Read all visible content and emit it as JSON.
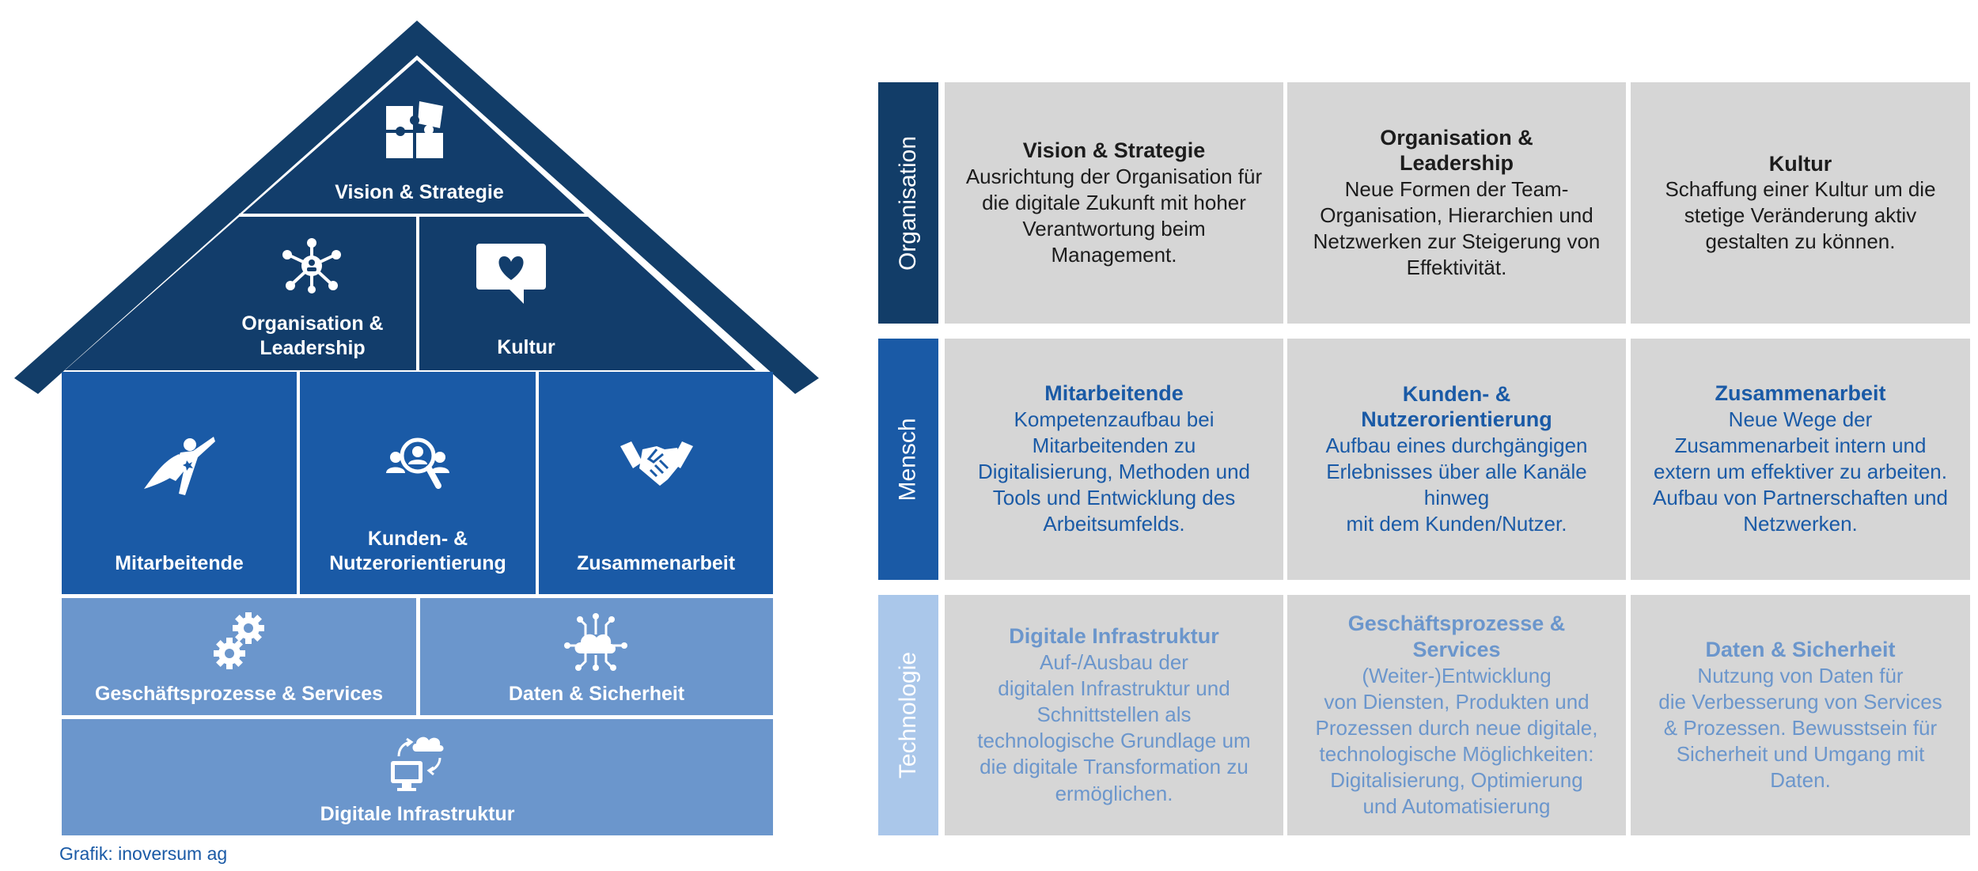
{
  "house": {
    "roof": {
      "vision_label": "Vision & Strategie",
      "organisation_label": "Organisation &\nLeadership",
      "kultur_label": "Kultur"
    },
    "middle": {
      "mitarbeitende_label": "Mitarbeitende",
      "kunden_label": "Kunden- &\nNutzerorientierung",
      "zusammenarbeit_label": "Zusammenarbeit"
    },
    "lower": {
      "geschaeft_label": "Geschäftsprozesse & Services",
      "daten_label": "Daten & Sicherheit"
    },
    "base": {
      "infrastruktur_label": "Digitale Infrastruktur"
    },
    "icons": [
      "puzzle-icon",
      "network-icon",
      "heart-speech-icon",
      "superhero-icon",
      "user-focus-icon",
      "handshake-icon",
      "gears-icon",
      "cloud-network-icon",
      "computer-cloud-sync-icon"
    ]
  },
  "credit": "Grafik: inoversum ag",
  "colors": {
    "roof_dark": "#123d68",
    "roof_fill": "#123d6b",
    "mid_blue": "#1a5aa6",
    "light_blue": "#6b96cc",
    "tech_label_bg": "#aac7ea",
    "cell_bg": "#d6d6d6",
    "org_text": "#1c1c1c",
    "mensch_text": "#1a5aa6",
    "tech_text": "#6b96cc"
  },
  "matrix": {
    "rows": [
      {
        "label": "Organisation",
        "cells": [
          {
            "title": "Vision & Strategie",
            "desc": "Ausrichtung der Organisation für\ndie digitale Zukunft mit hoher\nVerantwortung beim\nManagement."
          },
          {
            "title": "Organisation &\nLeadership",
            "desc": "Neue Formen der Team-\nOrganisation, Hierarchien und\nNetzwerken zur Steigerung von\nEffektivität."
          },
          {
            "title": "Kultur",
            "desc": "Schaffung einer Kultur um die\nstetige Veränderung aktiv\ngestalten zu können."
          }
        ]
      },
      {
        "label": "Mensch",
        "cells": [
          {
            "title": "Mitarbeitende",
            "desc": "Kompetenzaufbau bei\nMitarbeitenden zu\nDigitalisierung, Methoden und\nTools und Entwicklung des\nArbeitsumfelds."
          },
          {
            "title": "Kunden- &\nNutzerorientierung",
            "desc": "Aufbau eines durchgängigen\nErlebnisses über alle Kanäle\nhinweg\nmit dem Kunden/Nutzer."
          },
          {
            "title": "Zusammenarbeit",
            "desc": "Neue Wege der\nZusammenarbeit intern und\nextern um effektiver zu arbeiten.\nAufbau von Partnerschaften und\nNetzwerken."
          }
        ]
      },
      {
        "label": "Technologie",
        "cells": [
          {
            "title": "Digitale Infrastruktur",
            "desc": "Auf-/Ausbau der\ndigitalen Infrastruktur und\nSchnittstellen als\ntechnologische Grundlage um\ndie digitale Transformation zu\nermöglichen."
          },
          {
            "title": "Geschäftsprozesse &\nServices",
            "desc": "(Weiter-)Entwicklung\nvon Diensten, Produkten und\nProzessen durch neue digitale,\ntechnologische Möglichkeiten:\nDigitalisierung, Optimierung\nund Automatisierung"
          },
          {
            "title": "Daten & Sicherheit",
            "desc": "Nutzung von Daten für\ndie Verbesserung von Services\n& Prozessen. Bewusstsein für\nSicherheit und Umgang mit\nDaten."
          }
        ]
      }
    ]
  }
}
